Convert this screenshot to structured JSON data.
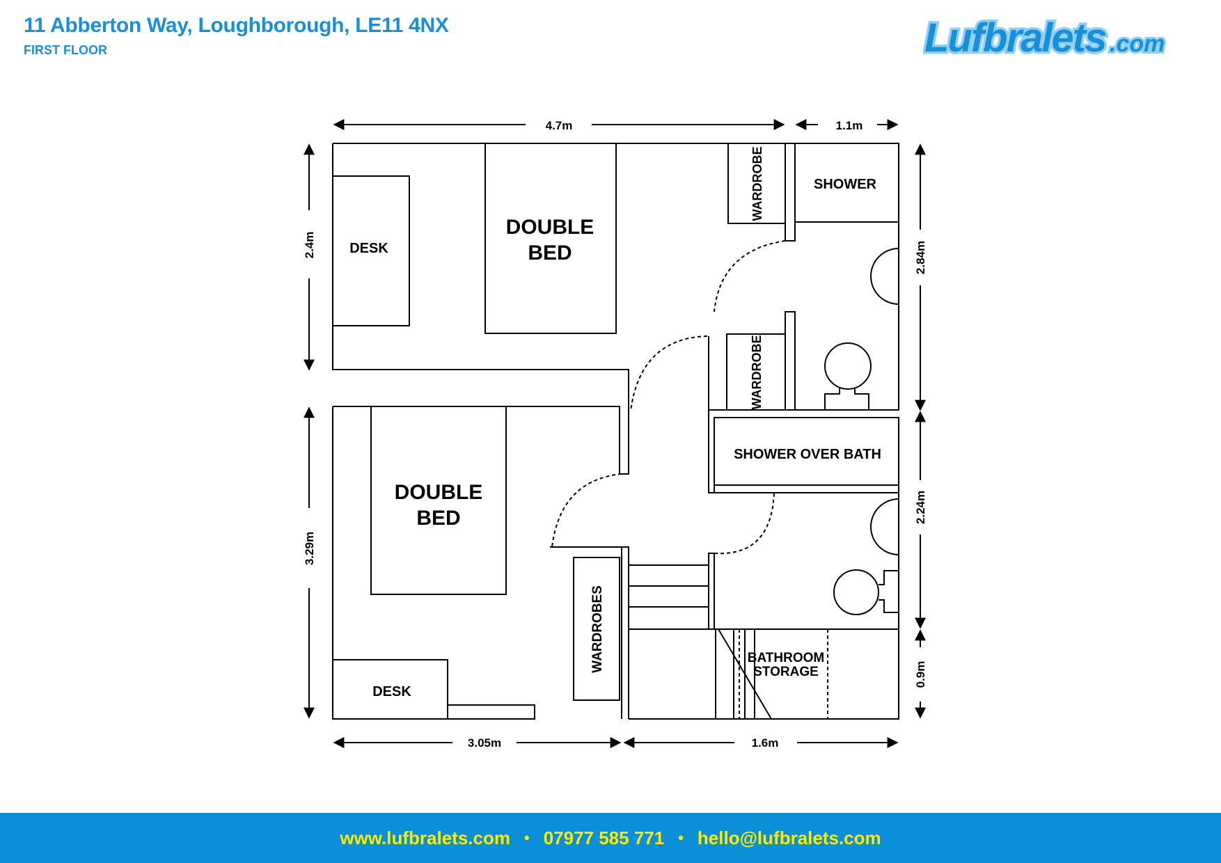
{
  "header": {
    "address": "11 Abberton Way, Loughborough, LE11 4NX",
    "floor": "FIRST FLOOR"
  },
  "logo": {
    "text": "Lufbralets",
    "suffix": ".com"
  },
  "rooms": {
    "desk_top": "DESK",
    "double_bed_top": [
      "DOUBLE",
      "BED"
    ],
    "wardrobe_top": "WARDROBE",
    "shower": "SHOWER",
    "wardrobe_mid": "WARDROBE",
    "shower_over_bath": "SHOWER OVER BATH",
    "double_bed_bottom": [
      "DOUBLE",
      "BED"
    ],
    "wardrobes": "WARDROBES",
    "desk_bottom": "DESK",
    "bathroom_storage": [
      "BATHROOM",
      "STORAGE"
    ]
  },
  "dimensions": {
    "top_width": "4.7m",
    "top_right_width": "1.1m",
    "left_top_height": "2.4m",
    "left_bottom_height": "3.29m",
    "right_top_height": "2.84m",
    "right_mid_height": "2.24m",
    "right_bottom_height": "0.9m",
    "bottom_left_width": "3.05m",
    "bottom_right_width": "1.6m"
  },
  "footer": {
    "website": "www.lufbralets.com",
    "phone": "07977 585 771",
    "email": "hello@lufbralets.com"
  }
}
